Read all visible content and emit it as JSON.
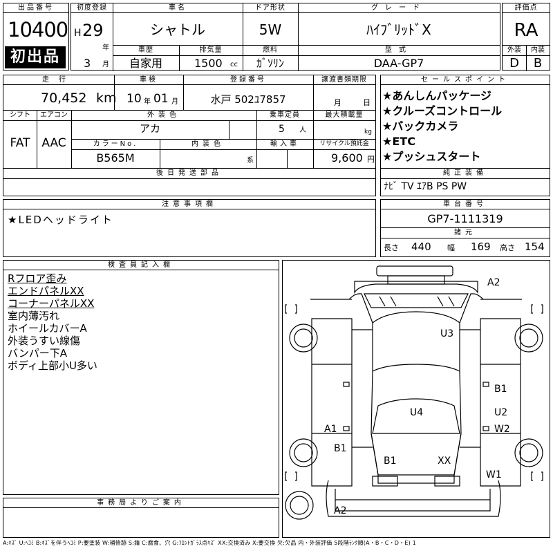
{
  "header": {
    "lot_label": "出品番号",
    "lot_number": "10400",
    "first_listing": "初出品",
    "reg_label": "初度登録",
    "reg_era": "H",
    "reg_year": "29",
    "year_unit": "年",
    "reg_month": "3",
    "month_unit": "月",
    "car_name_label": "車名",
    "car_name": "シャトル",
    "door_label": "ドア形状",
    "door": "5W",
    "grade_label": "グレード",
    "grade": "ﾊｲﾌﾞﾘｯﾄﾞX",
    "rating_label": "評価点",
    "rating": "RA",
    "history_label": "車歴",
    "history": "自家用",
    "displacement_label": "排気量",
    "displacement": "1500",
    "cc": "cc",
    "fuel_label": "燃料",
    "fuel": "ｶﾞｿﾘﾝ",
    "model_label": "型式",
    "model": "DAA-GP7",
    "exterior_label": "外装",
    "exterior_grade": "D",
    "interior_label": "内装",
    "interior_grade": "B"
  },
  "specs": {
    "mileage_label": "走行",
    "mileage": "70,452",
    "km": "km",
    "inspection_label": "車検",
    "inspection_year": "10",
    "inspection_month": "01",
    "year_unit": "年",
    "month_unit": "月",
    "plate_label": "登録番号",
    "plate": "水戸 502ﾕ7857",
    "transfer_label": "譲渡書類期限",
    "transfer_month_unit": "月",
    "transfer_day_unit": "日",
    "shift_label": "シフト",
    "shift": "FAT",
    "ac_label": "エアコン",
    "ac": "AAC",
    "color_label": "外装色",
    "color": "アカ",
    "capacity_label": "乗車定員",
    "capacity": "5",
    "person_unit": "人",
    "load_label": "最大積載量",
    "load_unit": "kg",
    "color_no_label": "カラーNo.",
    "color_no": "B565M",
    "interior_color_label": "内装色",
    "series_unit": "系",
    "import_label": "輸入車",
    "recycle_label": "リサイクル預託金",
    "recycle": "9,600",
    "yen": "円",
    "later_parts_label": "後日発送部品",
    "later_parts": ""
  },
  "sales_points": {
    "label": "セールスポイント",
    "items": [
      "★あんしんパッケージ",
      "★クルーズコントロール",
      "★バックカメラ",
      "★ETC",
      "★プッシュスタート"
    ]
  },
  "equipment": {
    "label": "純正装備",
    "value": "ﾅﾋﾞ TV ｴｱB PS PW"
  },
  "notes": {
    "label": "注意事項欄",
    "text": "★LEDヘッドライト"
  },
  "chassis": {
    "label": "車台番号",
    "value": "GP7-1111319"
  },
  "dimensions": {
    "label": "諸元",
    "length_label": "長さ",
    "length": "440",
    "width_label": "幅",
    "width": "169",
    "height_label": "高さ",
    "height": "154"
  },
  "inspector": {
    "label": "検査員記入欄",
    "lines": [
      "Rフロア歪み",
      "エンドパネルXX",
      "コーナーパネルXX",
      "室内薄汚れ",
      "ホイールカバーA",
      "外装うすい線傷",
      "バンパー下A",
      "ボディ上部小U多い"
    ],
    "underlined_count": 3
  },
  "office": {
    "label": "事務局よりご案内",
    "text": ""
  },
  "diagram_marks": {
    "top_right": "A2",
    "roof": "U3",
    "right_rear": "B1",
    "right_side": "U2",
    "right_front": "W2",
    "center": "U4",
    "left_side": "A1",
    "left_front": "B1",
    "hood_left": "B1",
    "hood_right": "XX",
    "front_right": "W1",
    "bottom_left": "A2"
  },
  "legend": {
    "text": "A:ｷｽﾞ U:ﾍｺﾐ B:ｷｽﾞを伴うﾍｺﾐ P:要塗装 W:補修跡 S:錆 C:腐食、穴 G:ﾌﾛﾝﾄｶﾞﾗｽ点ｷｽﾞ XX:交換済み X:要交換 欠:欠品 内・外装評価 5段階ﾗﾝｸ順(A・B・C・D・E) 1"
  }
}
